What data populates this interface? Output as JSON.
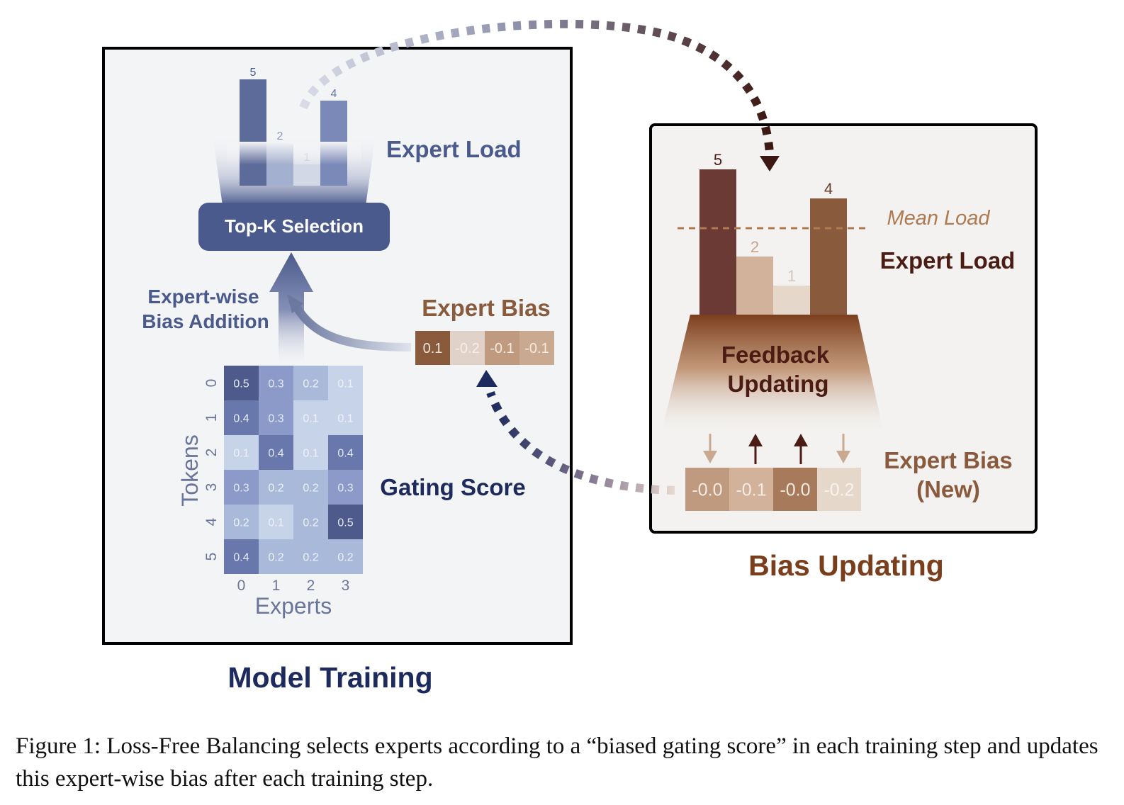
{
  "left_panel": {
    "title": "Model Training",
    "expert_load": {
      "title": "Expert Load",
      "values": [
        5,
        2,
        1,
        4
      ]
    },
    "topk_label": "Top-K Selection",
    "bias_addition_line1": "Expert-wise",
    "bias_addition_line2": "Bias Addition",
    "expert_bias": {
      "title": "Expert Bias",
      "values": [
        "0.1",
        "-0.2",
        "-0.1",
        "-0.1"
      ]
    },
    "gating": {
      "title": "Gating Score",
      "y_label": "Tokens",
      "x_label": "Experts",
      "rows": [
        "0",
        "1",
        "2",
        "3",
        "4",
        "5"
      ],
      "cols": [
        "0",
        "1",
        "2",
        "3"
      ],
      "values": [
        [
          0.5,
          0.3,
          0.2,
          0.1
        ],
        [
          0.4,
          0.3,
          0.1,
          0.1
        ],
        [
          0.1,
          0.4,
          0.1,
          0.4
        ],
        [
          0.3,
          0.2,
          0.2,
          0.3
        ],
        [
          0.2,
          0.1,
          0.2,
          0.5
        ],
        [
          0.4,
          0.2,
          0.2,
          0.2
        ]
      ]
    }
  },
  "right_panel": {
    "title": "Bias Updating",
    "expert_load": {
      "title": "Expert Load",
      "values": [
        5,
        2,
        1,
        4
      ]
    },
    "mean_load_label": "Mean Load",
    "feedback_line1": "Feedback",
    "feedback_line2": "Updating",
    "update_directions": [
      "down",
      "up",
      "up",
      "down"
    ],
    "new_bias": {
      "title_line1": "Expert Bias",
      "title_line2": "(New)",
      "values": [
        "-0.0",
        "-0.1",
        "-0.0",
        "-0.2"
      ]
    }
  },
  "colors": {
    "navy": "#1d2a5e",
    "slate_blue": "#4b5a8c",
    "brown_dark": "#4a1c14",
    "brown_mid": "#8a5a3c"
  },
  "caption": "Figure 1: Loss-Free Balancing selects experts according to a “biased gating score” in each training step and updates this expert-wise bias after each training step."
}
